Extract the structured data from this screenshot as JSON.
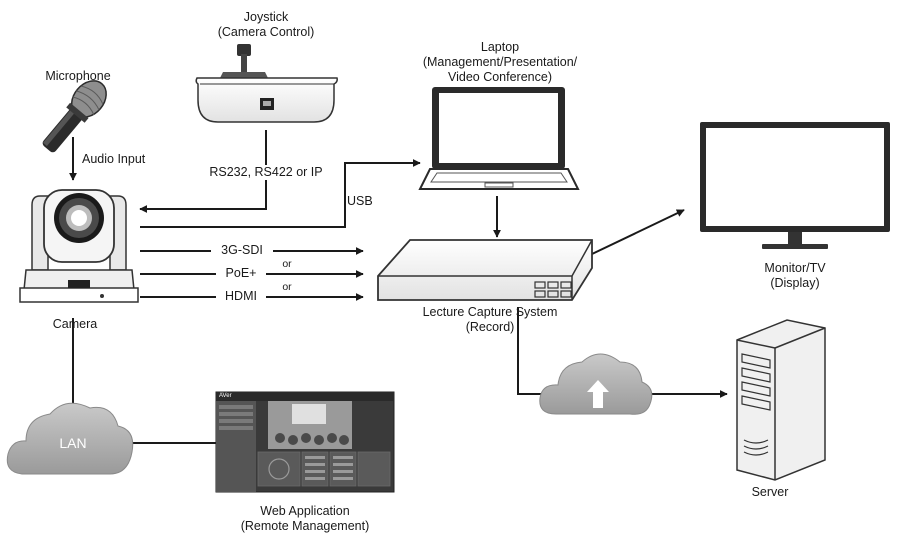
{
  "joystick": {
    "title": "Joystick",
    "subtitle": "(Camera Control)"
  },
  "microphone": {
    "title": "Microphone"
  },
  "laptop": {
    "title": "Laptop",
    "line2": "(Management/Presentation/",
    "line3": "Video Conference)"
  },
  "monitor": {
    "title": "Monitor/TV",
    "subtitle": "(Display)"
  },
  "camera": {
    "title": "Camera"
  },
  "lecture_capture": {
    "title": "Lecture Capture System",
    "subtitle": "(Record)"
  },
  "server": {
    "title": "Server"
  },
  "lan": {
    "title": "LAN"
  },
  "web_app": {
    "title": "Web Application",
    "subtitle": "(Remote Management)",
    "brand": "AVer"
  },
  "connections": {
    "audio_input": "Audio Input",
    "control": "RS232, RS422 or IP",
    "usb": "USB",
    "sdi": "3G-SDI",
    "poe": "PoE+",
    "hdmi": "HDMI",
    "or_1": "or",
    "or_2": "or"
  }
}
